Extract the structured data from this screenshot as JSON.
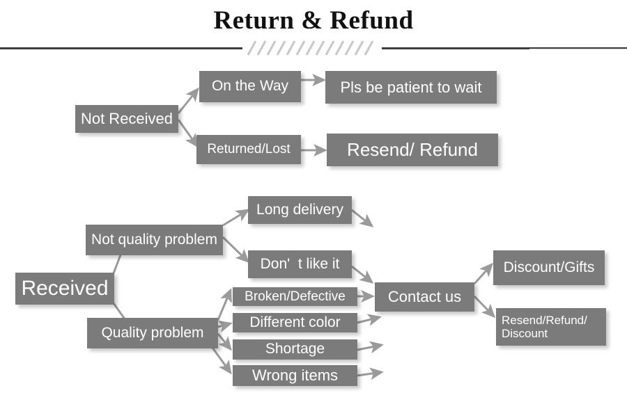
{
  "header": {
    "title": "Return & Refund",
    "divider_left_icon": "horizontal-rule",
    "divider_hatch_icon": "diagonal-hatch-ornament",
    "divider_right_icon": "horizontal-rule"
  },
  "colors": {
    "node_fill": "#7b7b7b",
    "node_text": "#ffffff",
    "arrow": "#8e8e8e",
    "title_text": "#111111",
    "rule": "#3c3c3c",
    "background": "#ffffff"
  },
  "flow": {
    "branches": [
      {
        "id": "not-received",
        "root": "Not Received",
        "outcomes": [
          "On the Way",
          "Returned/Lost"
        ],
        "results": [
          "Pls be patient to wait",
          "Resend/ Refund"
        ]
      },
      {
        "id": "received",
        "root": "Received",
        "categories": [
          "Not quality problem",
          "Quality problem"
        ],
        "not_quality_reasons": [
          "Long delivery",
          "Don'  t like it"
        ],
        "quality_reasons": [
          "Broken/Defective",
          "Different color",
          "Shortage",
          "Wrong items"
        ],
        "action": "Contact us",
        "resolutions": [
          "Discount/Gifts",
          "Resend/Refund/\nDiscount"
        ]
      }
    ],
    "nodes": {
      "not_received": "Not Received",
      "on_the_way": "On the Way",
      "returned_lost": "Returned/Lost",
      "pls_be_patient": "Pls be patient to wait",
      "resend_refund": "Resend/ Refund",
      "received": "Received",
      "not_quality_problem": "Not quality problem",
      "quality_problem": "Quality problem",
      "long_delivery": "Long delivery",
      "dont_like_it": "Don'  t like it",
      "broken_defective": "Broken/Defective",
      "different_color": "Different color",
      "shortage": "Shortage",
      "wrong_items": "Wrong items",
      "contact_us": "Contact us",
      "discount_gifts": "Discount/Gifts",
      "resend_refund_discount": "Resend/Refund/\nDiscount"
    }
  }
}
